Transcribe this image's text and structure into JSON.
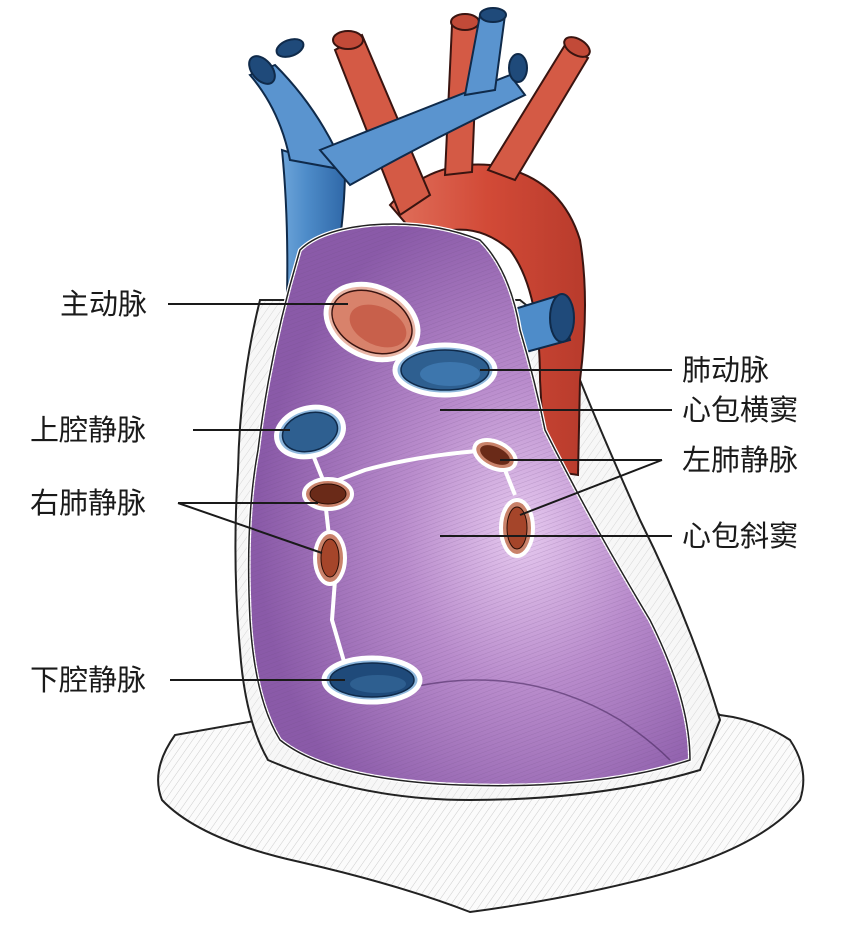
{
  "labels": {
    "aorta": "主动脉",
    "svc": "上腔静脉",
    "right_pulm_veins": "右肺静脉",
    "ivc": "下腔静脉",
    "pulm_artery": "肺动脉",
    "transverse_sinus": "心包横窦",
    "left_pulm_veins": "左肺静脉",
    "oblique_sinus": "心包斜窦"
  },
  "colors": {
    "vein_blue": "#4a86c5",
    "artery_red": "#d0513f",
    "pericardium_purple": "#9a6cb5",
    "pulm_vein_brown": "#b5552f",
    "line_black": "#1a1a1a"
  }
}
